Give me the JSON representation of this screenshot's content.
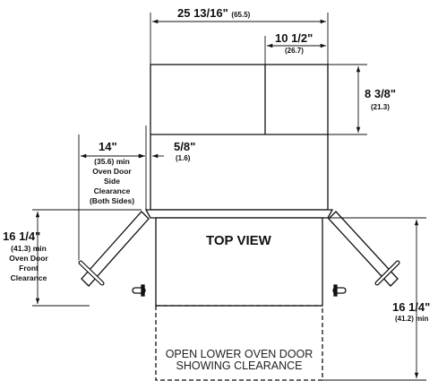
{
  "top_width": {
    "value": "25 13/16\"",
    "metric": "(65.5)"
  },
  "right_width": {
    "value": "10 1/2\"",
    "metric": "(26.7)"
  },
  "upper_height": {
    "value": "8 3/8\"",
    "metric": "(21.3)"
  },
  "front_offset": {
    "value": "5/8\"",
    "metric": "(1.6)"
  },
  "side_clearance": {
    "value": "14\"",
    "note_lines": [
      "(35.6) min",
      "Oven Door",
      "Side",
      "Clearance",
      "(Both Sides)"
    ]
  },
  "front_clearance": {
    "value": "16 1/4\"",
    "note_lines": [
      "(41.3) min",
      "Oven Door",
      "Front",
      "Clearance"
    ]
  },
  "lower_clearance": {
    "value": "16 1/4\"",
    "metric": "(41.2) min"
  },
  "view_title": "TOP VIEW",
  "open_door_lines": [
    "OPEN LOWER OVEN DOOR",
    "SHOWING CLEARANCE"
  ]
}
